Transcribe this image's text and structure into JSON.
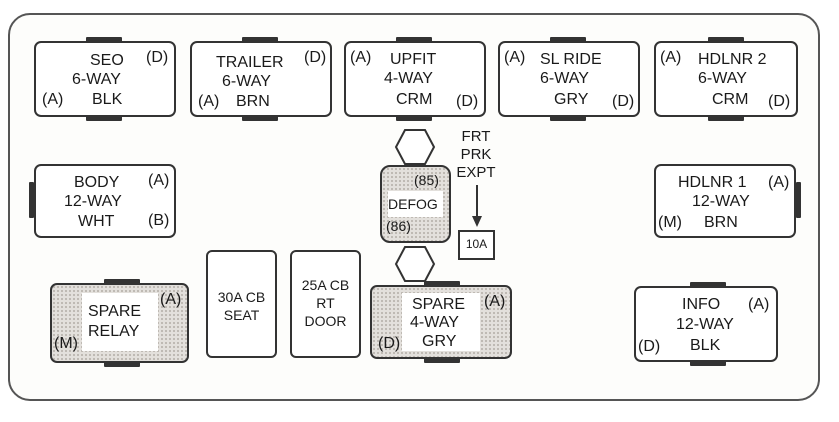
{
  "connectors": {
    "seo": {
      "name": "SEO",
      "type": "6-WAY",
      "color": "BLK",
      "pin_tr": "(D)",
      "pin_bl": "(A)"
    },
    "trailer": {
      "name": "TRAILER",
      "type": "6-WAY",
      "color": "BRN",
      "pin_tr": "(D)",
      "pin_bl": "(A)"
    },
    "upfit": {
      "name": "UPFIT",
      "type": "4-WAY",
      "color": "CRM",
      "pin_tl": "(A)",
      "pin_br": "(D)"
    },
    "sl_ride": {
      "name": "SL RIDE",
      "type": "6-WAY",
      "color": "GRY",
      "pin_tl": "(A)",
      "pin_br": "(D)"
    },
    "hdlnr2": {
      "name": "HDLNR 2",
      "type": "6-WAY",
      "color": "CRM",
      "pin_tl": "(A)",
      "pin_br": "(D)"
    },
    "body": {
      "name": "BODY",
      "type": "12-WAY",
      "color": "WHT",
      "pin_tr": "(A)",
      "pin_br": "(B)"
    },
    "hdlnr1": {
      "name": "HDLNR 1",
      "type": "12-WAY",
      "color": "BRN",
      "pin_tr": "(A)",
      "pin_bl": "(M)"
    },
    "spare4": {
      "name": "SPARE",
      "type": "4-WAY",
      "color": "GRY",
      "pin_tr": "(A)",
      "pin_bl": "(D)"
    },
    "info": {
      "name": "INFO",
      "type": "12-WAY",
      "color": "BLK",
      "pin_tr": "(A)",
      "pin_bl": "(D)"
    }
  },
  "relays": {
    "defog": {
      "name": "DEFOG",
      "pin_top": "(85)",
      "pin_bottom": "(86)"
    },
    "spare_relay": {
      "line1": "SPARE",
      "line2": "RELAY",
      "pin_tr": "(A)",
      "pin_bl": "(M)"
    }
  },
  "circuit_breakers": {
    "seat": {
      "line1": "30A CB",
      "line2": "SEAT"
    },
    "door": {
      "line1": "25A CB",
      "line2": "RT",
      "line3": "DOOR"
    }
  },
  "fuse": {
    "rating": "10A",
    "label_line1": "FRT",
    "label_line2": "PRK",
    "label_line3": "EXPT"
  },
  "colors": {
    "line": "#333333",
    "hatch": "#e3e0dc",
    "panel_border": "#555555"
  }
}
